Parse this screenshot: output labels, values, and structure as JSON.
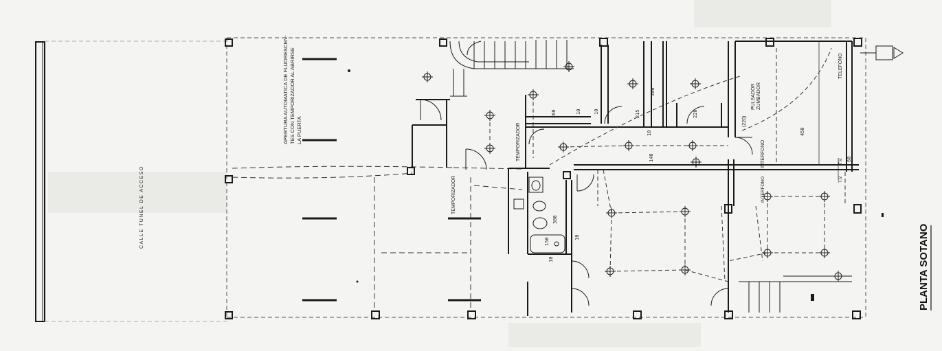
{
  "title": "PLANTA SOTANO",
  "street_label": "CALLE TUNEL DE ACCESO",
  "note_lines": [
    "APERTURA AUTOMATICA DE FLUORESCEN-",
    "TES CON TEMPORIZADOR AL ABRIRSE",
    "LA PUERTA"
  ],
  "labels": {
    "temporizador": "TEMPORIZADOR",
    "pulsador_line1": "PULSADOR",
    "pulsador_line2": "ZUMBADOR",
    "pulsador_code": "(220)",
    "interfono": "INTERFONO",
    "telefono": "TELEFONO",
    "tv": "T.V."
  },
  "dimensions": {
    "d260": "260",
    "d10a": "10",
    "d10b": "10",
    "d215": "215",
    "d300a": "300",
    "d220": "220",
    "d10c": "10",
    "d140": "140",
    "d450": "450",
    "d60": "60",
    "d300b": "300",
    "d150": "150",
    "d10d": "10",
    "d10e": "10"
  },
  "colors": {
    "ink": "#1a1a1a",
    "paper": "#f4f4f2"
  }
}
